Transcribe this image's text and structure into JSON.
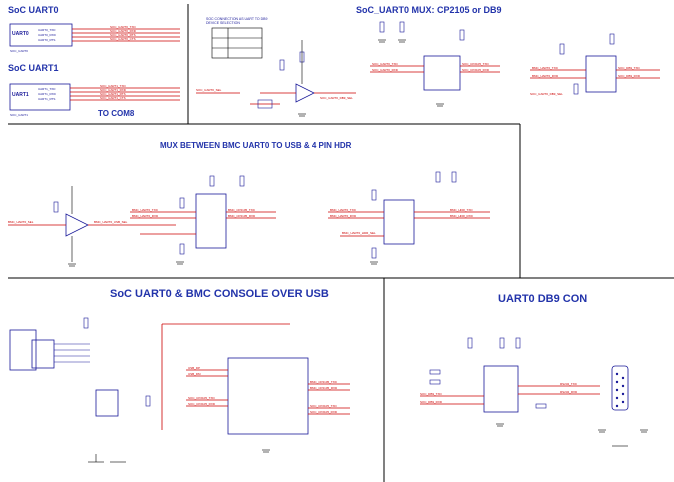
{
  "sections": {
    "soc_uart0": "SoC UART0",
    "soc_uart1": "SoC UART1",
    "to_com8": "TO COM8",
    "mux_cp2105": "SoC_UART0 MUX: CP2105 or DB9",
    "mux_bmc": "MUX BETWEEN BMC UART0 TO USB & 4 PIN HDR",
    "console_usb": "SoC UART0 & BMC CONSOLE OVER USB",
    "db9_con": "UART0 DB9 CON"
  },
  "colors": {
    "net": "#cc0000",
    "part": "#1a1a99",
    "wire": "#000000",
    "divider": "#000000",
    "heading": "#2233aa"
  },
  "component_labels": {
    "uart0_block": "UART0",
    "uart1_block": "UART1"
  }
}
